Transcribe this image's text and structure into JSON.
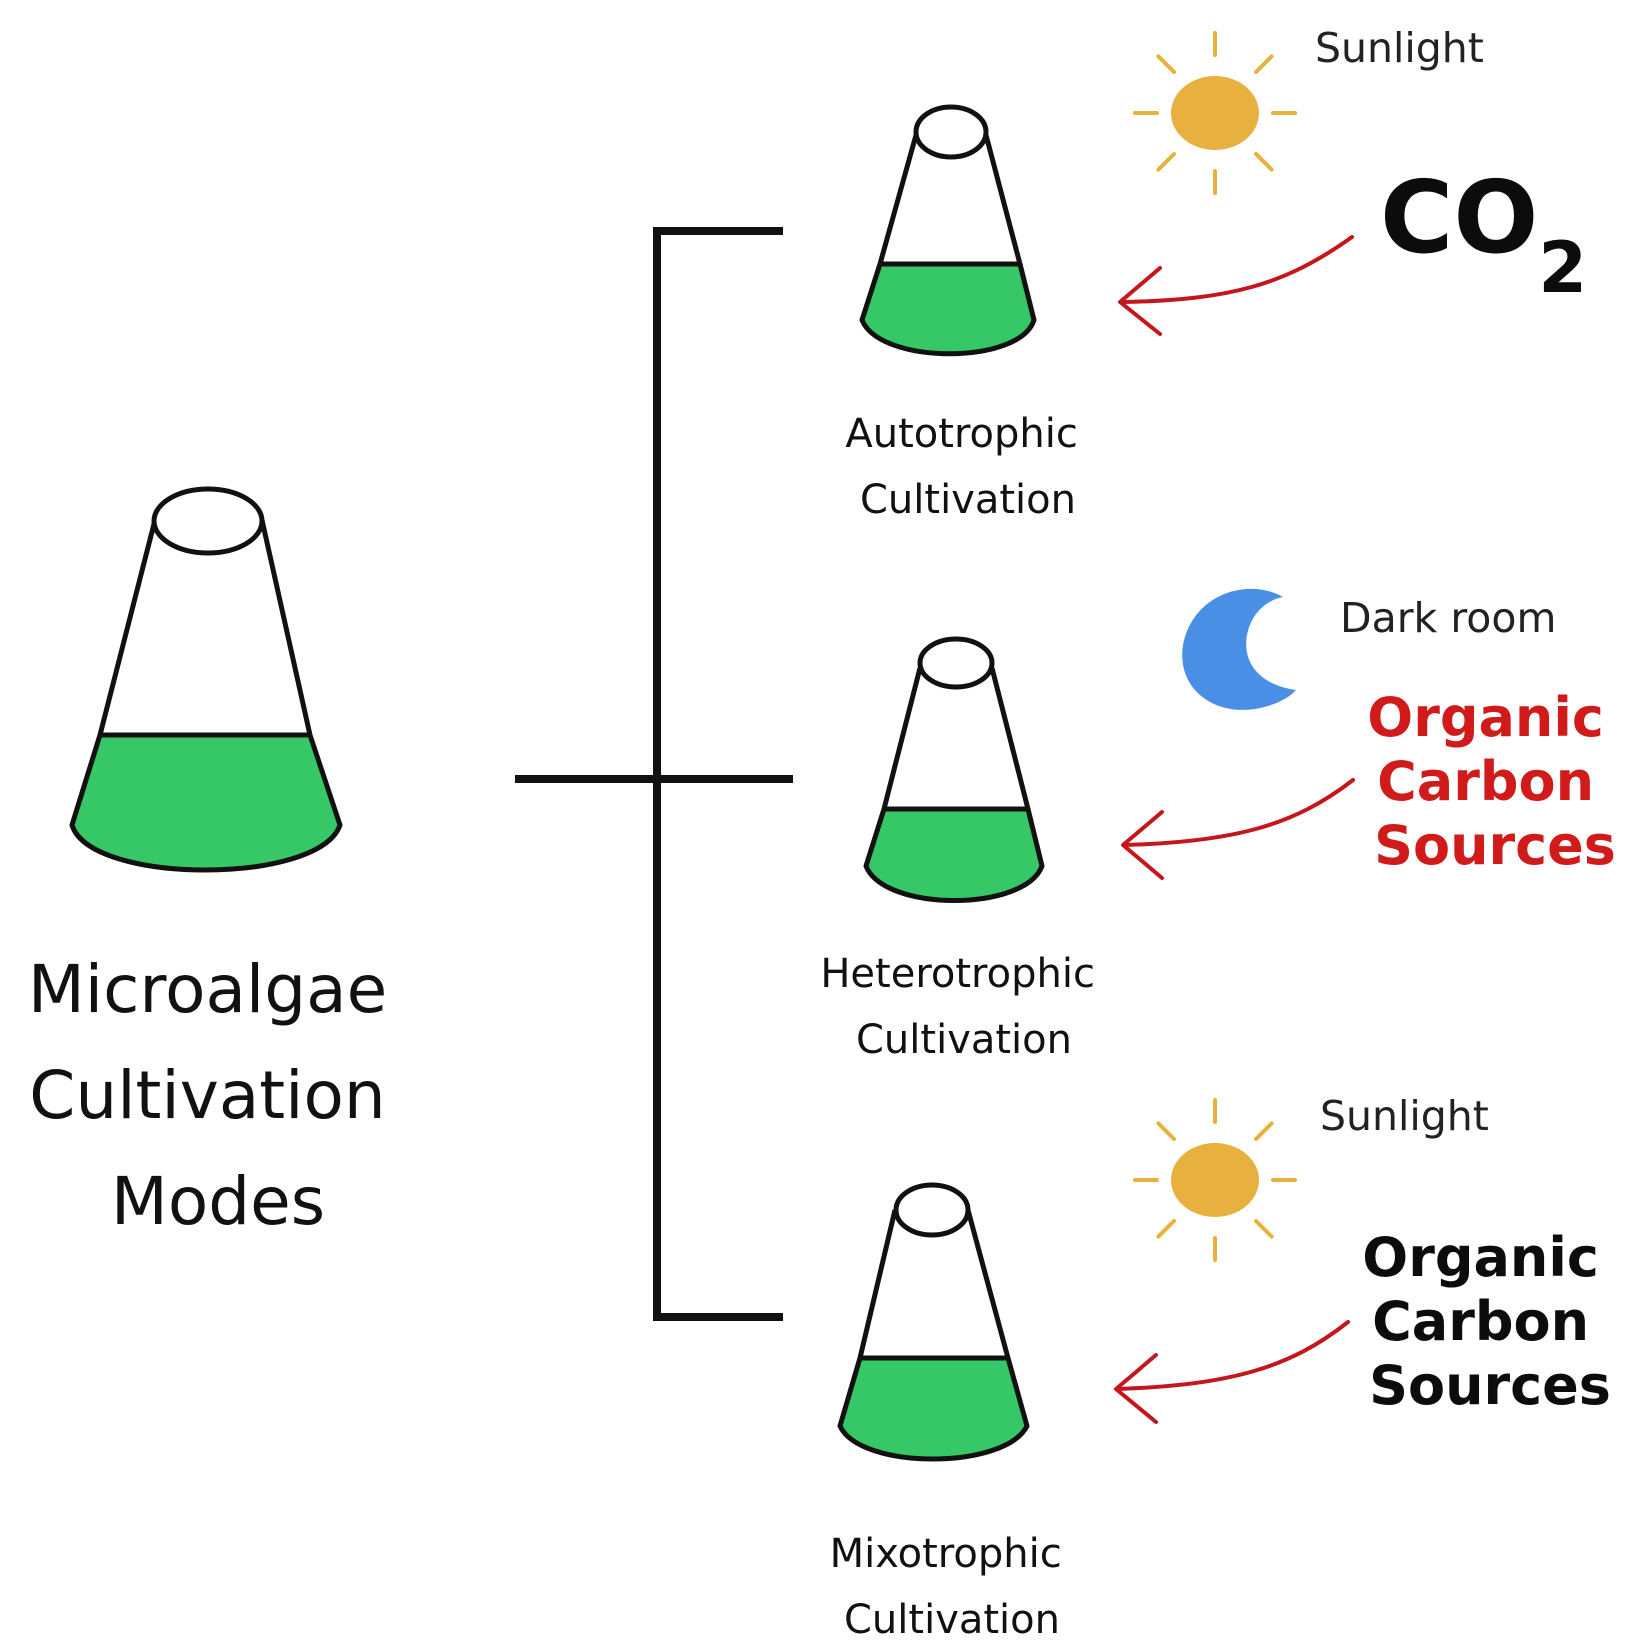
{
  "title": [
    "Microalgae",
    "Cultivation",
    "Modes"
  ],
  "modes": [
    {
      "label": [
        "Autotrophic",
        "Cultivation"
      ],
      "light_label": "Sunlight",
      "light_icon": "sun-icon",
      "input_main": "CO",
      "input_sub": "2",
      "input_color": "#0c0c0c"
    },
    {
      "label": [
        "Heterotrophic",
        "Cultivation"
      ],
      "light_label": "Dark room",
      "light_icon": "moon-icon",
      "input_lines": [
        "Organic",
        "Carbon",
        "Sources"
      ],
      "input_color": "#d11a1a"
    },
    {
      "label": [
        "Mixotrophic",
        "Cultivation"
      ],
      "light_label": "Sunlight",
      "light_icon": "sun-icon",
      "input_lines": [
        "Organic",
        "Carbon",
        "Sources"
      ],
      "input_color": "#0c0c0c"
    }
  ],
  "colors": {
    "medium_green": "#36c766",
    "sun_yellow": "#e8b13f",
    "moon_blue": "#4a8fe6",
    "arrow_red": "#c4161c",
    "line_black": "#111111"
  }
}
